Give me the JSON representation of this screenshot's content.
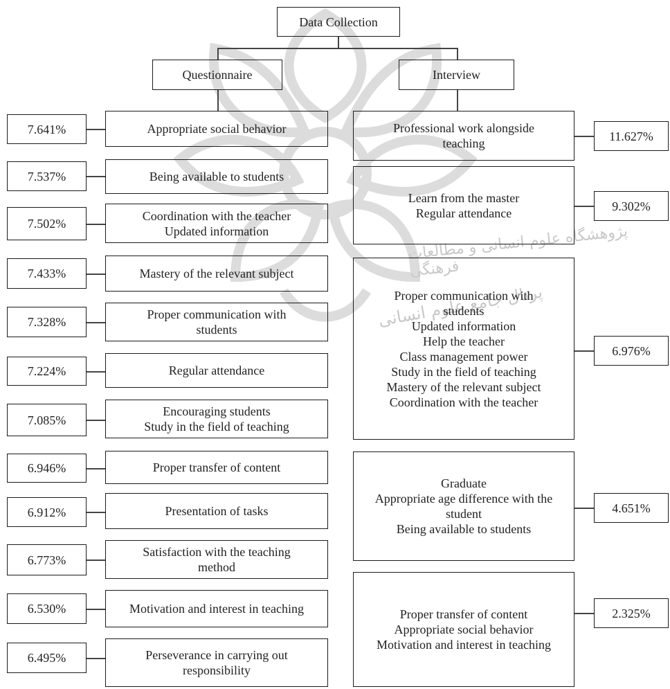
{
  "root": {
    "label": "Data Collection"
  },
  "questionnaire": {
    "label": "Questionnaire",
    "items": [
      {
        "lines": [
          "Appropriate social behavior"
        ],
        "percent": "7.641%"
      },
      {
        "lines": [
          "Being available to students"
        ],
        "percent": "7.537%"
      },
      {
        "lines": [
          "Coordination with the teacher",
          "Updated information"
        ],
        "percent": "7.502%"
      },
      {
        "lines": [
          "Mastery of the relevant subject"
        ],
        "percent": "7.433%"
      },
      {
        "lines": [
          "Proper communication with",
          "students"
        ],
        "percent": "7.328%"
      },
      {
        "lines": [
          "Regular attendance"
        ],
        "percent": "7.224%"
      },
      {
        "lines": [
          "Encouraging students",
          "Study in the field of teaching"
        ],
        "percent": "7.085%"
      },
      {
        "lines": [
          "Proper transfer of content"
        ],
        "percent": "6.946%"
      },
      {
        "lines": [
          "Presentation of tasks"
        ],
        "percent": "6.912%"
      },
      {
        "lines": [
          "Satisfaction with the teaching",
          "method"
        ],
        "percent": "6.773%"
      },
      {
        "lines": [
          "Motivation and interest in teaching"
        ],
        "percent": "6.530%"
      },
      {
        "lines": [
          "Perseverance in carrying out",
          "responsibility"
        ],
        "percent": "6.495%"
      }
    ]
  },
  "interview": {
    "label": "Interview",
    "items": [
      {
        "lines": [
          "Professional work alongside",
          "teaching"
        ],
        "percent": "11.627%"
      },
      {
        "lines": [
          "Learn from the master",
          "Regular attendance"
        ],
        "percent": "9.302%"
      },
      {
        "lines": [
          "Proper communication with",
          "students",
          "Updated information",
          "Help the teacher",
          "Class management power",
          "Study in the field of teaching",
          "Mastery of the relevant subject",
          "Coordination with the teacher"
        ],
        "percent": "6.976%"
      },
      {
        "lines": [
          "Graduate",
          "Appropriate age difference with the",
          "student",
          "Being available to students"
        ],
        "percent": "4.651%"
      },
      {
        "lines": [
          "Proper transfer of content",
          "Appropriate social behavior",
          "Motivation and interest in teaching"
        ],
        "percent": "2.325%"
      }
    ]
  },
  "watermark": {
    "line1": "پژوهشگاه علوم انسانی و مطالعات فرهنگی",
    "line2": "پرتال جامع علوم انسانی"
  }
}
